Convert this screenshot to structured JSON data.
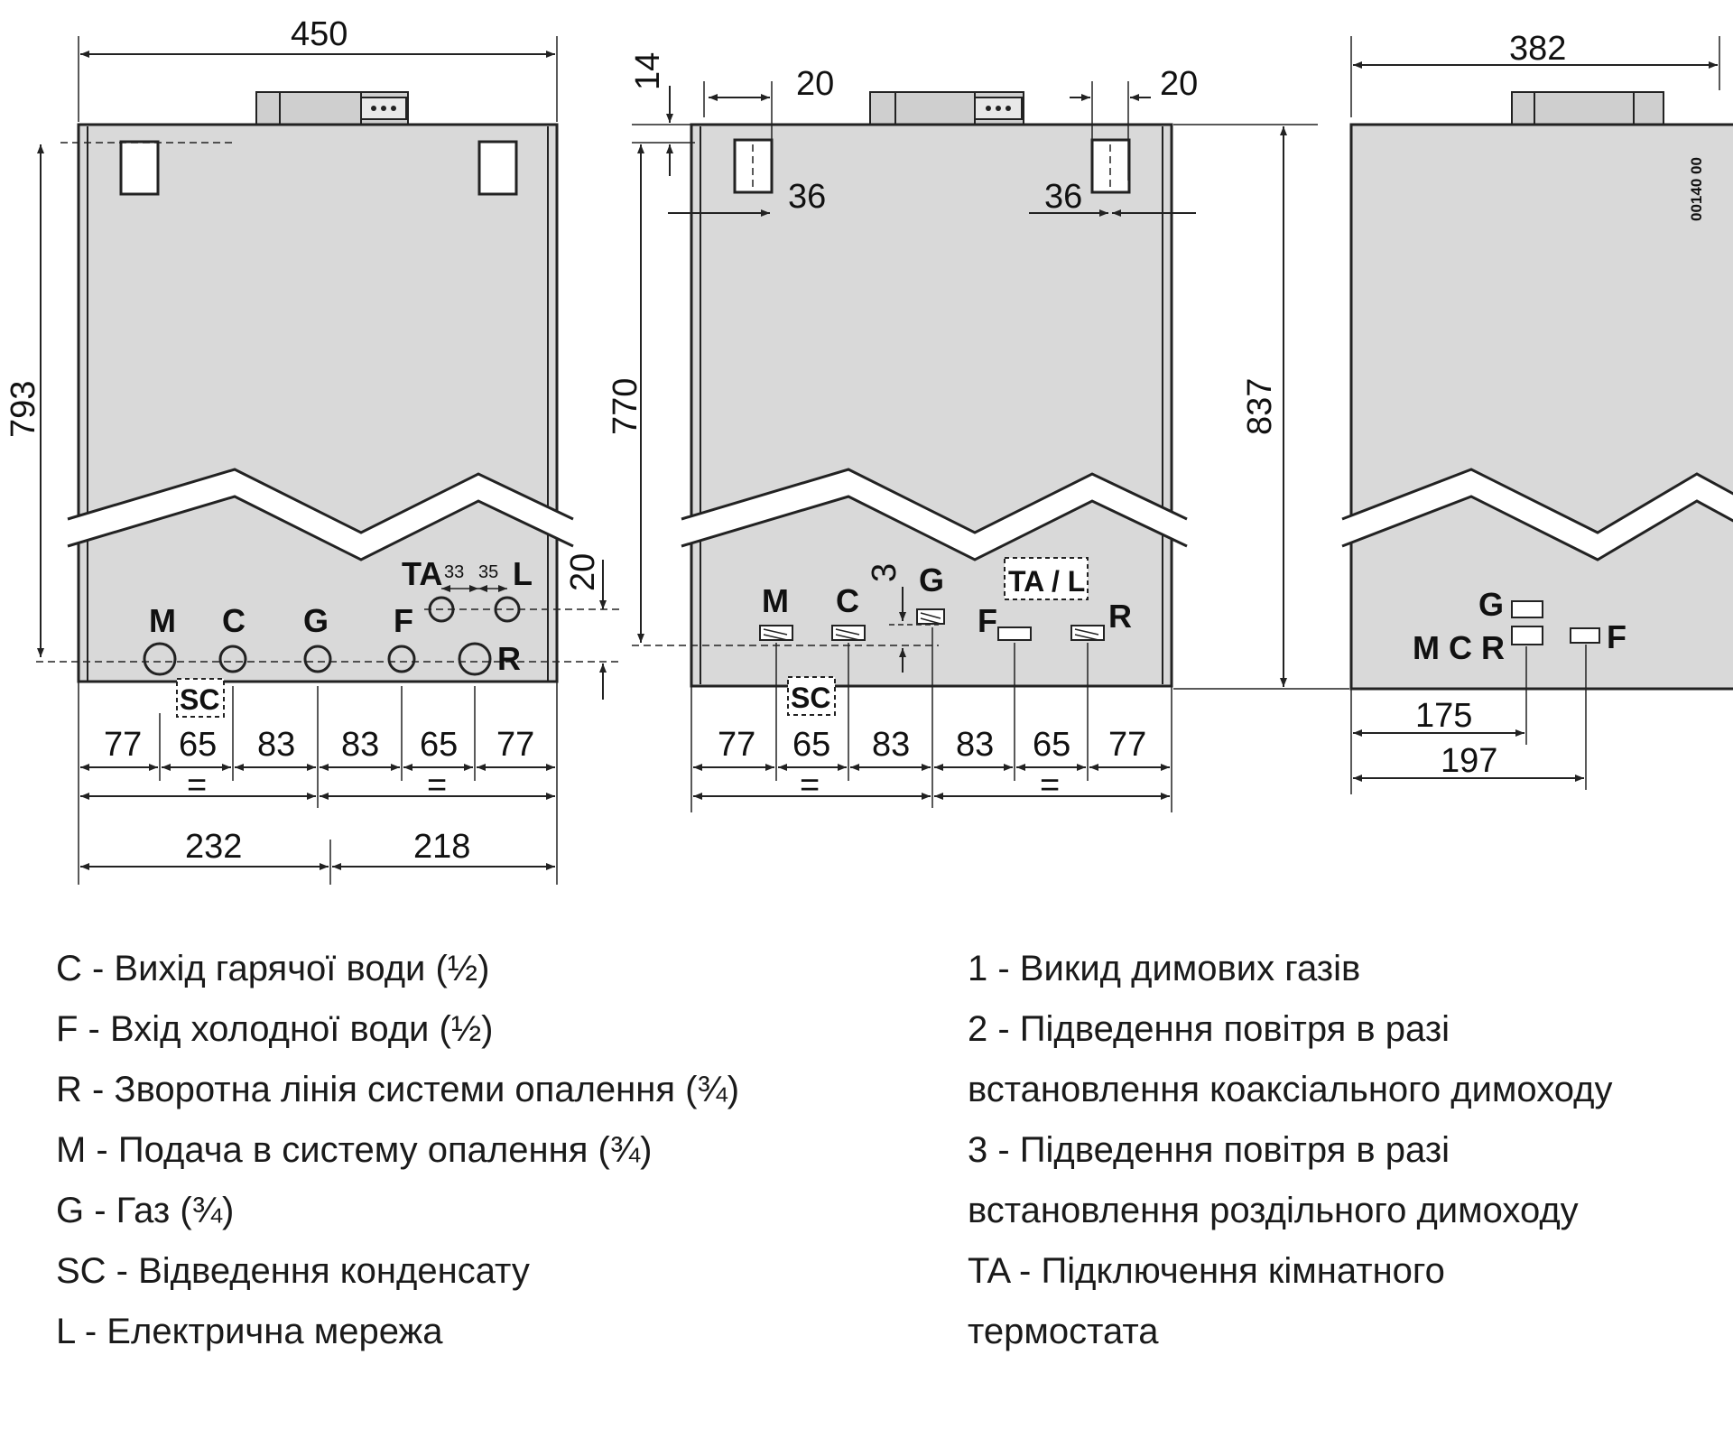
{
  "views": {
    "front": {
      "width": "450",
      "height": "793",
      "labels": {
        "M": "M",
        "C": "C",
        "G": "G",
        "F": "F",
        "TA": "TA",
        "L": "L",
        "R": "R",
        "SC": "SC"
      },
      "small_dims": {
        "d1": "33",
        "d2": "35",
        "d3": "20"
      },
      "bottom_dims": [
        "77",
        "65",
        "83",
        "83",
        "65",
        "77"
      ],
      "equal_sign": "=",
      "halves": [
        "232",
        "218"
      ]
    },
    "rear": {
      "top_dims": {
        "d14": "14",
        "left20": "20",
        "right20": "20",
        "left36": "36",
        "right36": "36"
      },
      "height": "770",
      "small_dim": "3",
      "labels": {
        "M": "M",
        "C": "C",
        "G": "G",
        "TAL": "TA / L",
        "F": "F",
        "R": "R",
        "SC": "SC"
      },
      "bottom_dims": [
        "77",
        "65",
        "83",
        "83",
        "65",
        "77"
      ],
      "equal_sign": "="
    },
    "side": {
      "width": "382",
      "height": "837",
      "code": "00140 00",
      "labels": {
        "G": "G",
        "MCR": "M C R",
        "F": "F"
      },
      "dims": [
        "175",
        "197"
      ]
    }
  },
  "legend_left": [
    "C - Вихід гарячої води (½)",
    "F - Вхід холодної води (½)",
    "R - Зворотна лінія системи опалення (¾)",
    "M - Подача в систему опалення (¾)",
    "G - Газ (¾)",
    "SC - Відведення конденсату",
    "L - Електрична мережа"
  ],
  "legend_right": [
    "1 - Викид димових газів",
    "2 - Підведення повітря в разі",
    "встановлення коаксіального димоходу",
    "3 - Підведення повітря в разі",
    "встановлення роздільного димоходу",
    "TA  - Підключення кімнатного",
    "термостата"
  ],
  "colors": {
    "panel": "#d9d9d9",
    "line": "#222222",
    "text": "#111111"
  }
}
